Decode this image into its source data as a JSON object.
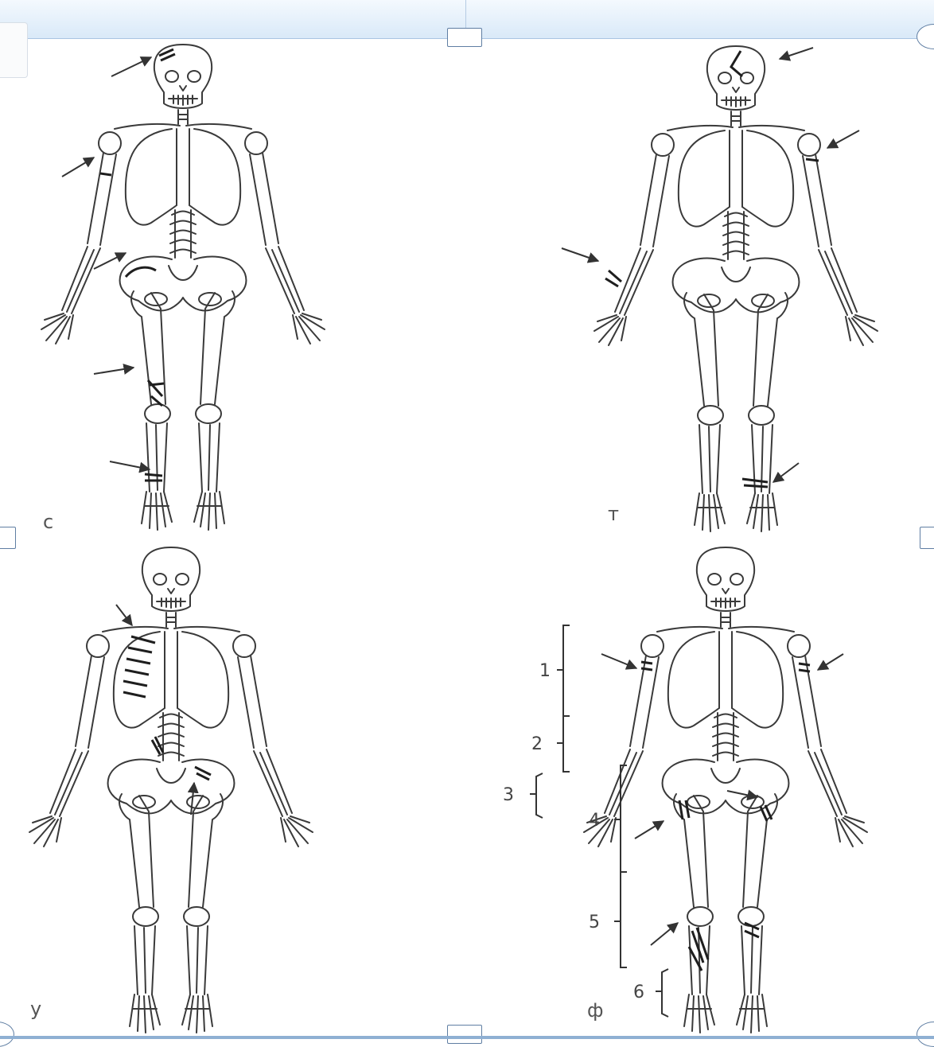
{
  "panels": [
    {
      "id": "c",
      "label": "с"
    },
    {
      "id": "t",
      "label": "т"
    },
    {
      "id": "u",
      "label": "у"
    },
    {
      "id": "f",
      "label": "ф"
    }
  ],
  "region_labels": [
    "1",
    "2",
    "3",
    "4",
    "5",
    "6"
  ],
  "icons": {
    "skeleton": "skeleton-figure-icon",
    "arrow": "arrow-icon",
    "bracket": "brace-icon",
    "handle": "resize-handle-icon"
  },
  "colors": {
    "line": "#3a3a3a",
    "fracture": "#1e1e1e",
    "frame_blue": "#5f7ea3",
    "bar_top": "#f4f9fe",
    "bar_bottom": "#d9e9f8"
  }
}
